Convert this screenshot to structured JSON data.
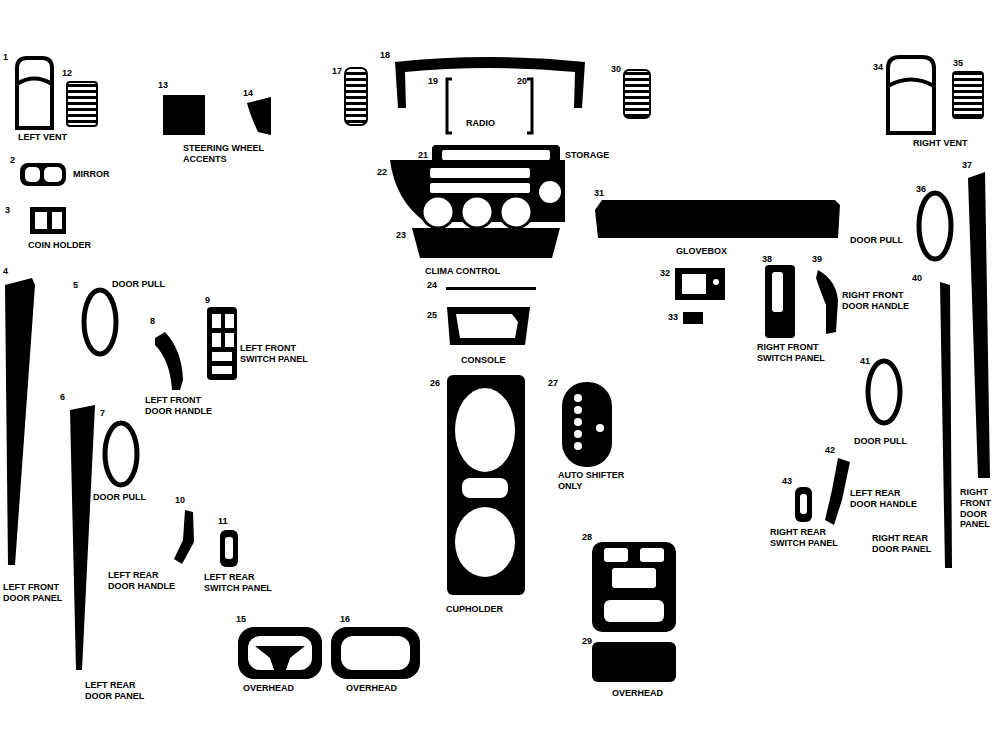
{
  "diagram": {
    "labels": [
      "1",
      "12",
      "LEFT VENT",
      "13",
      "14",
      "STEERING WHEEL ACCENTS",
      "17",
      "18",
      "19",
      "20",
      "RADIO",
      "30",
      "34",
      "35",
      "RIGHT VENT",
      "2",
      "MIRROR",
      "21",
      "STORAGE",
      "22",
      "3",
      "COIN HOLDER",
      "31",
      "36",
      "DOOR PULL",
      "37",
      "23",
      "GLOVEBOX",
      "CLIMA CONTROL",
      "4",
      "5",
      "DOOR PULL",
      "9",
      "24",
      "32",
      "38",
      "39",
      "40",
      "8",
      "LEFT FRONT SWITCH PANEL",
      "25",
      "33",
      "RIGHT FRONT SWITCH PANEL",
      "RIGHT FRONT DOOR HANDLE",
      "CONSOLE",
      "LEFT FRONT DOOR HANDLE",
      "41",
      "26",
      "27",
      "6",
      "7",
      "DOOR PULL",
      "AUTO SHIFTER ONLY",
      "DOOR PULL",
      "RIGHT FRONT DOOR PANEL",
      "42",
      "43",
      "LEFT REAR DOOR HANDLE",
      "10",
      "11",
      "RIGHT REAR SWITCH PANEL",
      "RIGHT REAR DOOR PANEL",
      "28",
      "LEFT REAR DOOR HANDLE",
      "LEFT REAR SWITCH PANEL",
      "LEFT FRONT DOOR PANEL",
      "CUPHOLDER",
      "15",
      "16",
      "29",
      "OVERHEAD",
      "OVERHEAD",
      "OVERHEAD",
      "LEFT REAR DOOR PANEL"
    ]
  }
}
